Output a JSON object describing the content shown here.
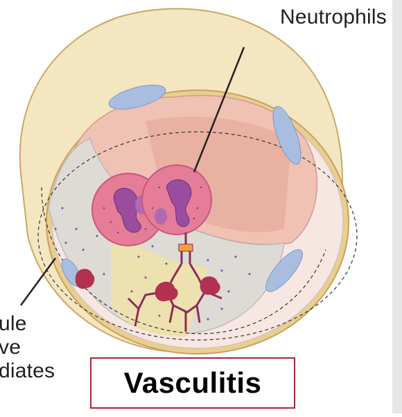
{
  "labels": {
    "neutrophils": "Neutrophils",
    "left_lines": [
      "ule",
      "ve",
      "diates"
    ]
  },
  "title": "Vasculitis",
  "colors": {
    "vessel_outer": "#f3e6c0",
    "vessel_rim": "#d6b56a",
    "endothelium": "#f6e7e2",
    "lumen": "#efc2b4",
    "neutrophil": "#e57d99",
    "nucleus": "#9a4d9e",
    "antibody": "#8b2c56",
    "immune_complex": "#b23050",
    "cell_nucleus": "#a8bde0",
    "title_border": "#a5263a"
  },
  "icons": [
    "vessel-cross-section",
    "neutrophil-cell",
    "antibody",
    "immune-complex"
  ]
}
